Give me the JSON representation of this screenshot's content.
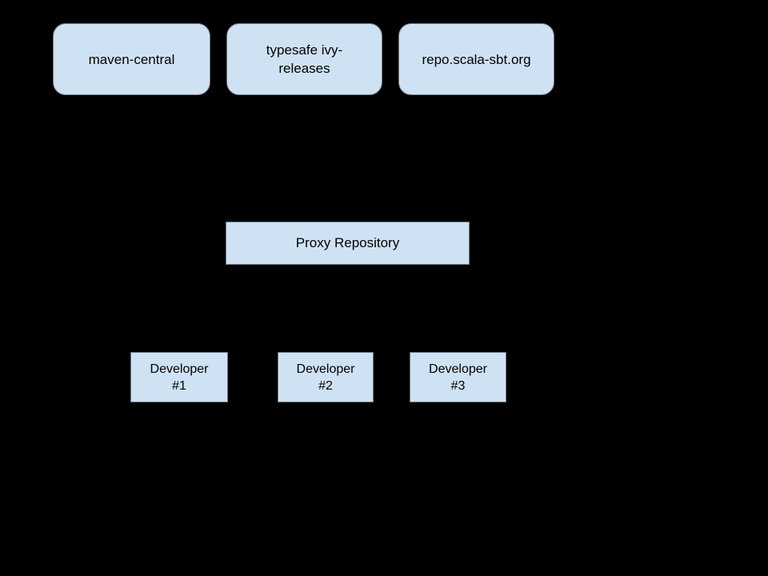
{
  "diagram": {
    "colors": {
      "background": "#000000",
      "node_fill": "#cfe2f3",
      "node_border": "#6b7683",
      "text": "#000000"
    },
    "remote_repos": [
      {
        "label": "maven-central"
      },
      {
        "label": "typesafe ivy-\nreleases"
      },
      {
        "label": "repo.scala-sbt.org"
      }
    ],
    "proxy": {
      "label": "Proxy Repository"
    },
    "developers": [
      {
        "label": "Developer\n#1"
      },
      {
        "label": "Developer\n#2"
      },
      {
        "label": "Developer\n#3"
      }
    ]
  }
}
